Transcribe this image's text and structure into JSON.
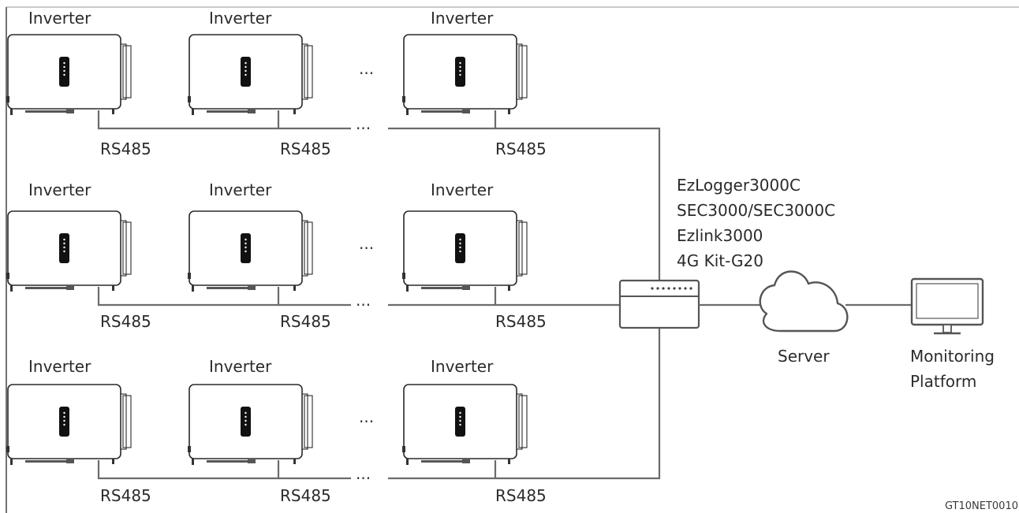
{
  "inverter_label": "Inverter",
  "rs485_label": "RS485",
  "ellipsis": "···",
  "gateway_labels": [
    "EzLogger3000C",
    "SEC3000/SEC3000C",
    "Ezlink3000",
    "4G Kit-G20"
  ],
  "server_label": "Server",
  "monitoring_label_line1": "Monitoring",
  "monitoring_label_line2": "Platform",
  "figure_id": "GT10NET0010",
  "colors": {
    "line": "#6b6b6b",
    "outline": "#2a2a2a",
    "text": "#2b2b2b",
    "background": "#ffffff"
  }
}
